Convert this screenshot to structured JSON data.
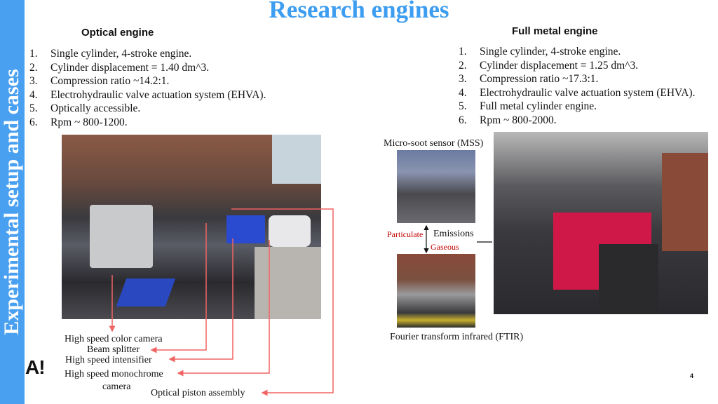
{
  "sidebar_title": "Experimental setup and cases",
  "title": "Research engines",
  "optical": {
    "heading": "Optical engine",
    "items": [
      {
        "n": "1.",
        "t": "Single cylinder, 4-stroke engine."
      },
      {
        "n": "2.",
        "t": "Cylinder displacement = 1.40 dm^3."
      },
      {
        "n": "3.",
        "t": "Compression ratio ~14.2:1."
      },
      {
        "n": "4.",
        "t": "Electrohydraulic valve actuation system (EHVA)."
      },
      {
        "n": "5.",
        "t": "Optically accessible."
      },
      {
        "n": "6.",
        "t": "Rpm ~ 800-1200."
      }
    ],
    "labels": {
      "color_camera": "High speed color camera",
      "beam_splitter": "Beam splitter",
      "intensifier": "High speed intensifier",
      "mono1": "High speed monochrome",
      "mono2": "camera",
      "piston": "Optical piston assembly"
    }
  },
  "metal": {
    "heading": "Full metal engine",
    "items": [
      {
        "n": "1.",
        "t": "Single cylinder, 4-stroke engine."
      },
      {
        "n": "2.",
        "t": "Cylinder displacement = 1.25 dm^3."
      },
      {
        "n": "3.",
        "t": "Compression ratio ~17.3:1."
      },
      {
        "n": "4.",
        "t": "Electrohydraulic valve actuation system (EHVA)."
      },
      {
        "n": "5.",
        "t": "Full metal cylinder engine."
      },
      {
        "n": "6.",
        "t": "Rpm ~ 800-2000."
      }
    ],
    "labels": {
      "mss": "Micro-soot sensor (MSS)",
      "particulate": "Particulate",
      "emissions": "Emissions",
      "gaseous": "Gaseous",
      "ftir": "Fourier transform infrared (FTIR)"
    }
  },
  "logo": "A!",
  "page_number": "4",
  "colors": {
    "accent": "#4aa0f0",
    "arrow": "#f06464",
    "dark_red": "#c00000"
  }
}
